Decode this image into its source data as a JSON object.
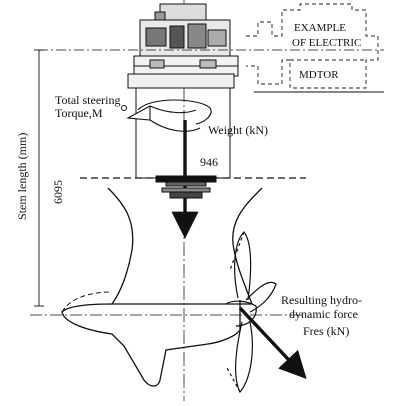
{
  "labels": {
    "electric_motor_line1": "EXAMPLE",
    "electric_motor_line2": "OF ELECTRIC",
    "electric_motor_line3": "MDTOR",
    "steering_line1": "Total steering",
    "steering_line2": "Torque,M",
    "weight": "Weight (kN)",
    "dim_946": "946",
    "dim_6095": "6095",
    "stem_length": "Stem length (mm)",
    "force_line1": "Resulting hydro-",
    "force_line2": "dynamic force",
    "force_line3": "Fres (kN)"
  }
}
